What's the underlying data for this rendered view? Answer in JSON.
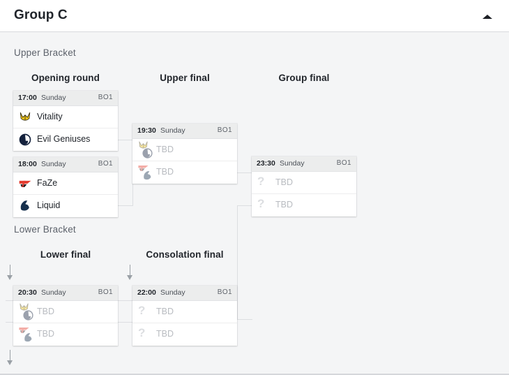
{
  "header": {
    "title": "Group C",
    "collapse_icon": "chevron-up-icon"
  },
  "sections": {
    "upper_label": "Upper Bracket",
    "lower_label": "Lower Bracket"
  },
  "rounds": {
    "opening": "Opening round",
    "upper_final": "Upper final",
    "group_final": "Group final",
    "lower_final": "Lower final",
    "consolation_final": "Consolation final"
  },
  "labels": {
    "tbd": "TBD",
    "question": "?",
    "day": "Sunday",
    "format": "BO1"
  },
  "colors": {
    "page_bg": "#f4f5f6",
    "card_bg": "#ffffff",
    "card_head_bg": "#eceded",
    "text": "#21252b",
    "muted": "#5d626b",
    "tbd": "#b9bcc1",
    "connector": "#dcdee1",
    "arrow": "#9aa0a6",
    "vitality": "#f0c419",
    "evil_geniuses": "#1b2a4a",
    "faze": "#e43d30",
    "liquid": "#1b3a57"
  },
  "matches": {
    "m1": {
      "time": "17:00",
      "day": "Sunday",
      "format": "BO1",
      "teams": [
        {
          "name": "Vitality",
          "logo": "vitality-logo",
          "status": "set"
        },
        {
          "name": "Evil Geniuses",
          "logo": "evil-geniuses-logo",
          "status": "set"
        }
      ]
    },
    "m2": {
      "time": "18:00",
      "day": "Sunday",
      "format": "BO1",
      "teams": [
        {
          "name": "FaZe",
          "logo": "faze-logo",
          "status": "set"
        },
        {
          "name": "Liquid",
          "logo": "liquid-logo",
          "status": "set"
        }
      ]
    },
    "m3": {
      "time": "19:30",
      "day": "Sunday",
      "format": "BO1",
      "teams": [
        {
          "name": "TBD",
          "logo": "vitality-evil-geniuses-pending-logo",
          "status": "pending"
        },
        {
          "name": "TBD",
          "logo": "faze-liquid-pending-logo",
          "status": "pending"
        }
      ]
    },
    "m4": {
      "time": "23:30",
      "day": "Sunday",
      "format": "BO1",
      "teams": [
        {
          "name": "TBD",
          "logo": "question-mark-icon",
          "status": "unknown"
        },
        {
          "name": "TBD",
          "logo": "question-mark-icon",
          "status": "unknown"
        }
      ]
    },
    "m5": {
      "time": "20:30",
      "day": "Sunday",
      "format": "BO1",
      "teams": [
        {
          "name": "TBD",
          "logo": "vitality-evil-geniuses-pending-logo",
          "status": "pending"
        },
        {
          "name": "TBD",
          "logo": "faze-liquid-pending-logo",
          "status": "pending"
        }
      ]
    },
    "m6": {
      "time": "22:00",
      "day": "Sunday",
      "format": "BO1",
      "teams": [
        {
          "name": "TBD",
          "logo": "question-mark-icon",
          "status": "unknown"
        },
        {
          "name": "TBD",
          "logo": "question-mark-icon",
          "status": "unknown"
        }
      ]
    }
  }
}
